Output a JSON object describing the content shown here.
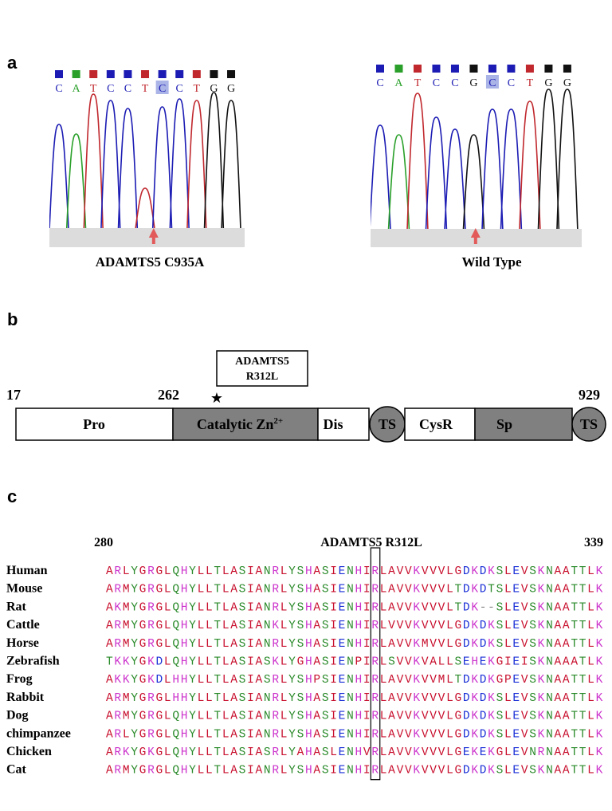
{
  "panels": {
    "a": "a",
    "b": "b",
    "c": "c"
  },
  "panel_a": {
    "mutant": {
      "bases": [
        "C",
        "A",
        "T",
        "C",
        "C",
        "T",
        "C",
        "C",
        "T",
        "G",
        "G"
      ],
      "highlight_index": 6,
      "caption": "ADAMTS5 C935A"
    },
    "wildtype": {
      "bases": [
        "C",
        "A",
        "T",
        "C",
        "C",
        "G",
        "C",
        "C",
        "T",
        "G",
        "G"
      ],
      "highlight_index": 6,
      "caption": "Wild Type"
    },
    "base_colors": {
      "A": "#2aa02a",
      "C": "#1c1cb4",
      "G": "#111111",
      "T": "#c0282e"
    }
  },
  "panel_b": {
    "mutation_box": [
      "ADAMTS5",
      "R312L"
    ],
    "star": "★",
    "positions": {
      "start": "17",
      "catalytic_start": "262",
      "end": "929"
    },
    "domains": [
      {
        "label": "Pro",
        "filled": false,
        "shape": "rect"
      },
      {
        "label": "Catalytic Zn",
        "sup": "2+",
        "filled": true,
        "shape": "rect"
      },
      {
        "label": "Dis",
        "filled": false,
        "shape": "rect"
      },
      {
        "label": "TS",
        "filled": true,
        "shape": "circle"
      },
      {
        "label": "CysR",
        "filled": false,
        "shape": "rect"
      },
      {
        "label": "Sp",
        "filled": true,
        "shape": "rect"
      },
      {
        "label": "TS",
        "filled": true,
        "shape": "circle"
      }
    ]
  },
  "panel_c": {
    "start": "280",
    "title": "ADAMTS5 R312L",
    "end": "339",
    "highlight_column": 33,
    "rows": [
      {
        "species": "Human",
        "seq": "ARLYGRGLQHYLLTLASIANRLYSHASIENHIRLAVVKVVVLGDKDKSLEVSKNAATTLK"
      },
      {
        "species": "Mouse",
        "seq": "ARMYGRGLQHYLLTLASIANRLYSHASIENHIRLAVVKVVVLTDKDTSLEVSKNAATTLK"
      },
      {
        "species": "Rat",
        "seq": "AKMYGRGLQHYLLTLASIANRLYSHASIENHIRLAVVKVVVLTDK--SLEVSKNAATTLK"
      },
      {
        "species": "Cattle",
        "seq": "ARMYGRGLQHYLLTLASIANKLYSHASIENHIRLVVVKVVVLGDKDKSLEVSKNAATTLK"
      },
      {
        "species": "Horse",
        "seq": "ARMYGRGLQHYLLTLASIANRLYSHASIENHIRLAVVKMVVLGDKDKSLEVSKNAATTLK"
      },
      {
        "species": "Zebrafish",
        "seq": "TKKYGKDLQHYLLTLASIASKLYGHASIENPIRLSVVKVALLSEHEKGIEISKNAAATLK"
      },
      {
        "species": "Frog",
        "seq": "AKKYGKDLHHYLLTLASIASRLYSHPSIENHIRLAVVKVVMLTDKDKGPEVSKNAATTLK"
      },
      {
        "species": "Rabbit",
        "seq": "ARMYGRGLHHYLLTLASIANRLYSHASIENHIRLAVVKVVVLGDKDKSLEVSKNAATTLK"
      },
      {
        "species": "Dog",
        "seq": "ARMYGRGLQHYLLTLASIANRLYSHASIENHIRLAVVKVVVLGDKDKSLEVSKNAATTLK"
      },
      {
        "species": "chimpanzee",
        "seq": "ARLYGRGLQHYLLTLASIANRLYSHASIENHIRLAVVKVVVLGDKDKSLEVSKNAATTLK"
      },
      {
        "species": "Chicken",
        "seq": "ARKYGKGLQHYLLTLASIASRLYAHASLENHVRLAVVKVVVLGEKEKGLEVNRNAATTLK"
      },
      {
        "species": "Cat",
        "seq": "ARMYGRGLQHYLLTLASIANRLYSHASIENHIRLAVVKVVVLGDKDKSLEVSKNAATTLK"
      }
    ],
    "residue_colors": {
      "hydrophobic": "#c8102e",
      "basic": "#cc33cc",
      "acidic": "#1a2fd6",
      "polar": "#2a8a2a",
      "gap": "#888888"
    }
  }
}
